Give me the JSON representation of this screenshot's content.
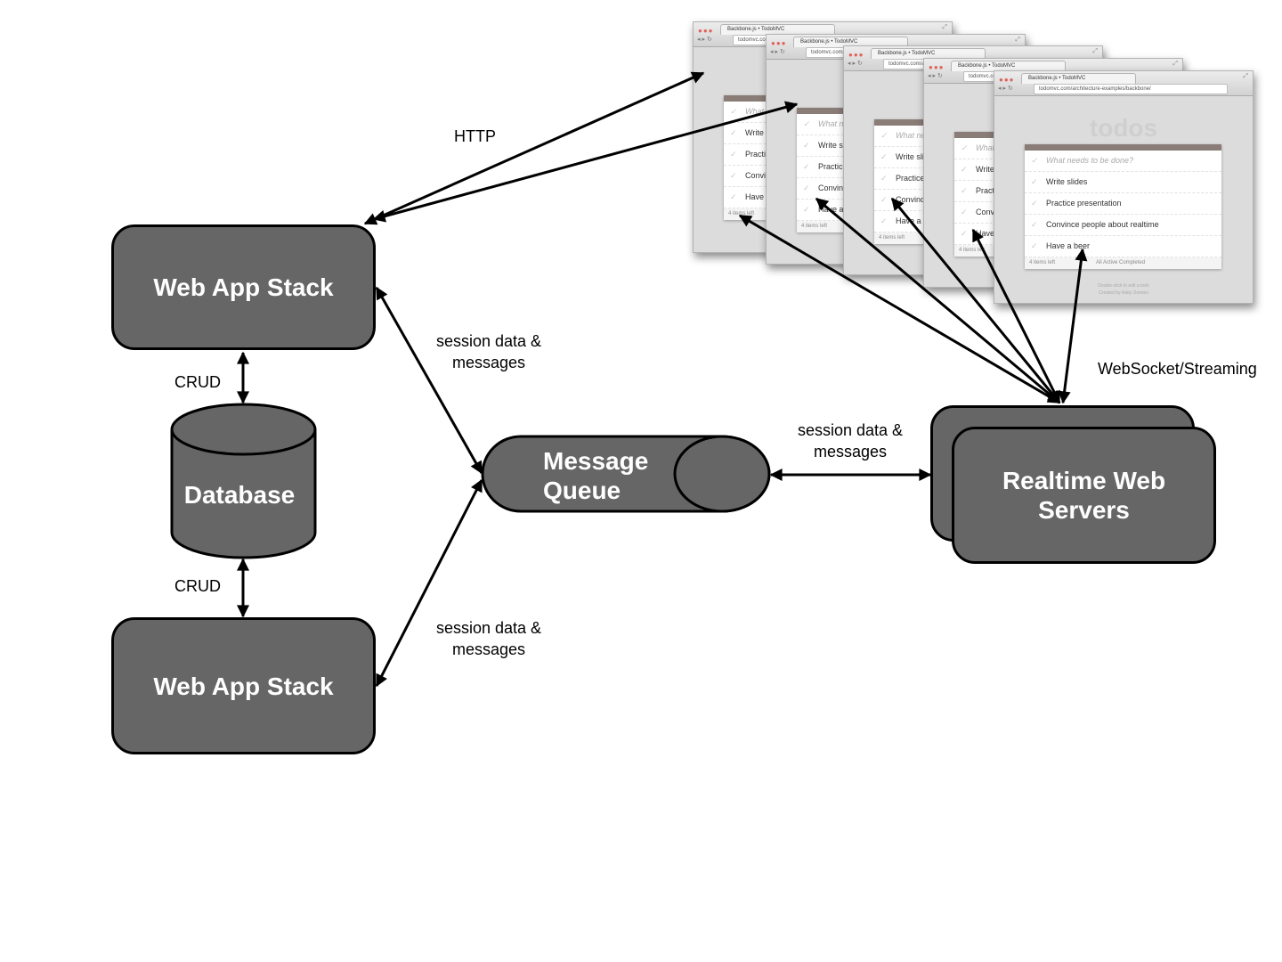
{
  "nodes": {
    "web_app_stack_top": "Web App Stack",
    "web_app_stack_bottom": "Web App Stack",
    "database": "Database",
    "message_queue_line1": "Message",
    "message_queue_line2": "Queue",
    "realtime_line1": "Realtime Web",
    "realtime_line2": "Servers"
  },
  "edge_labels": {
    "http": "HTTP",
    "crud_top": "CRUD",
    "crud_bottom": "CRUD",
    "session_top_line1": "session data &",
    "session_top_line2": "messages",
    "session_bottom_line1": "session data &",
    "session_bottom_line2": "messages",
    "session_right_line1": "session data &",
    "session_right_line2": "messages",
    "websocket": "WebSocket/Streaming"
  },
  "browser": {
    "tab_title": "Backbone.js • TodoMVC",
    "url": "todomvc.com/architecture-examples/backbone/",
    "app_title": "todos",
    "input_placeholder": "What needs to be done?",
    "items": [
      "Write slides",
      "Practice presentation",
      "Convince people about realtime",
      "Have a beer"
    ],
    "footer_count": "4 items left",
    "footer_filters": "All   Active   Completed",
    "info_line1": "Double-click to edit a todo",
    "info_line2": "Created by Addy Osmani"
  },
  "colors": {
    "node_fill": "#666666",
    "node_border": "#000000",
    "label_text": "#000000",
    "node_text": "#ffffff"
  }
}
